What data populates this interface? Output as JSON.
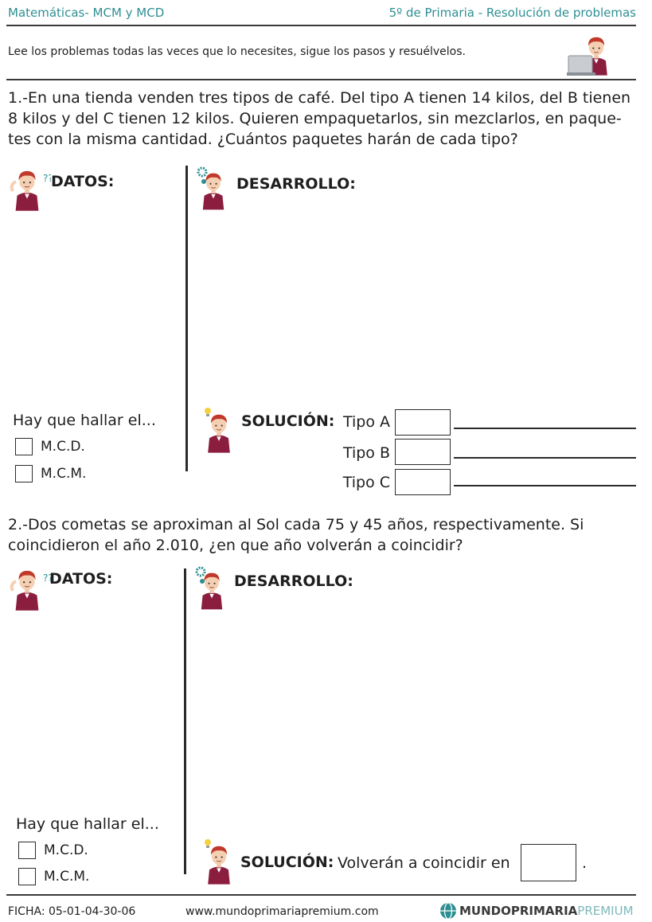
{
  "header": {
    "left": "Matemáticas- MCM y MCD",
    "right": "5º de Primaria - Resolución de problemas"
  },
  "instructions": "Lee los problemas todas las veces que lo necesites, sigue los pasos y resuélvelos.",
  "problem1": {
    "lines": [
      "1.-En una tienda venden tres tipos de café. Del tipo A tienen 14 kilos, del B tienen",
      "8 kilos y del C tienen 12 kilos. Quieren empaquetarlos, sin mezclarlos, en paque-",
      "tes con la misma cantidad. ¿Cuántos paquetes harán de cada tipo?"
    ],
    "datos_label": "DATOS:",
    "desarrollo_label": "DESARROLLO:",
    "hay_que": "Hay que hallar el...",
    "options": [
      "M.C.D.",
      "M.C.M."
    ],
    "solucion_label": "SOLUCIÓN:",
    "tipos": [
      "Tipo A",
      "Tipo B",
      "Tipo C"
    ]
  },
  "problem2": {
    "lines": [
      "2.-Dos cometas se aproximan al Sol cada 75 y 45 años, respectivamente. Si",
      "coincidieron el año 2.010, ¿en que año volverán a coincidir?"
    ],
    "datos_label": "DATOS:",
    "desarrollo_label": "DESARROLLO:",
    "hay_que": "Hay que hallar el...",
    "options": [
      "M.C.D.",
      "M.C.M."
    ],
    "solucion_label": "SOLUCIÓN:",
    "solucion_text": "Volverán a coincidir en",
    "period": "."
  },
  "footer": {
    "ficha": "FICHA:  05-01-04-30-06",
    "website": "www.mundoprimariapremium.com",
    "logo_part1": "MUNDO",
    "logo_part2": "PRIMARIA",
    "logo_part3": "PREMIUM"
  },
  "colors": {
    "teal": "#2e8f92",
    "character_shirt": "#8b1e3f",
    "character_hair": "#c0392b",
    "ink": "#1e1e1e"
  },
  "icons": [
    "thinking-character-icon",
    "gears-character-icon",
    "idea-character-icon",
    "laptop-character-icon",
    "globe-logo-icon"
  ]
}
